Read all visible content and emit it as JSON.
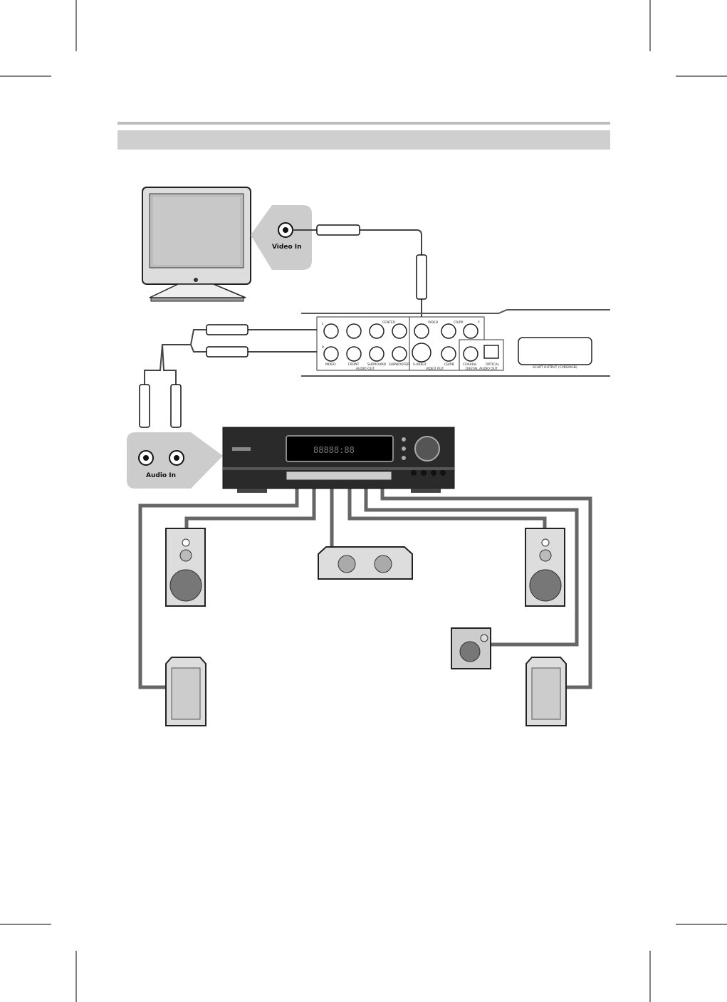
{
  "tv": {
    "video_in_label": "Video In"
  },
  "receiver": {
    "audio_in_label": "Audio In",
    "display_text": "88888:88"
  },
  "dvd_panel": {
    "audio_out_label": "AUDIO OUT",
    "video_out_label": "VIDEO OUT",
    "digital_audio_out_label": "DIGITAL AUDIO OUT",
    "scart_label": "SCART OUTPUT (CVBS/RGB)",
    "jacks": {
      "mixed": "MIXED",
      "front": "FRONT",
      "surround": "SURROUND",
      "subwoofer": "SUBWOOFER",
      "center": "CENTER",
      "video": "VIDEO",
      "svideo": "S-VIDEO",
      "cb": "CB/PB",
      "cr": "CR/PR",
      "y": "Y",
      "coaxial": "COAXIAL",
      "optical": "OPTICAL",
      "l": "L",
      "r": "R"
    }
  },
  "colors": {
    "header_bar": "#cfcfcf",
    "rule": "#bdbdbd",
    "cable": "#555555",
    "receiver": "#2a2a2a"
  }
}
